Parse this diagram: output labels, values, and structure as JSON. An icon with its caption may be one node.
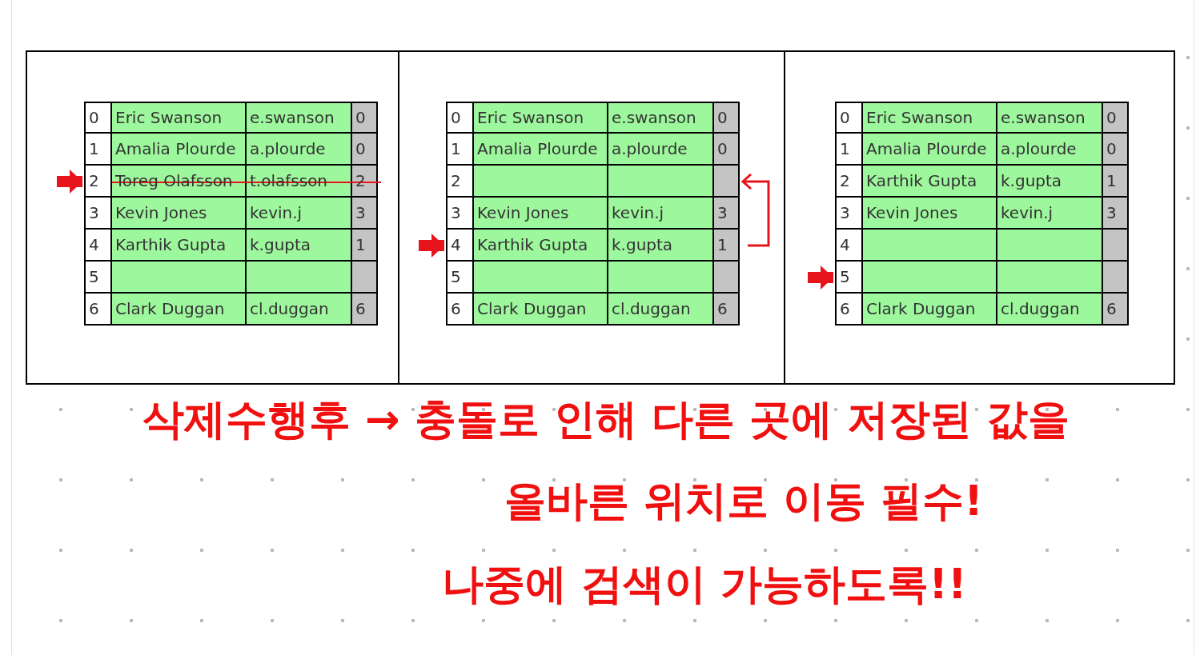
{
  "diagram": {
    "nodes": [
      {
        "text": [],
        "shape": "box"
      },
      {
        "text": [
          "0",
          "Eric Swanson",
          "e.swanson",
          "0"
        ],
        "in": 0
      },
      {
        "text": [
          "1",
          "Amalia Plourde",
          "a.plourde",
          "0"
        ],
        "in": 0
      },
      {
        "text": [
          "2",
          "Toreg Olafsson",
          "t.olafsson",
          "2"
        ],
        "in": 0
      },
      {
        "text": [
          "3",
          "Kevin Jones",
          "kevin.j",
          "3"
        ],
        "in": 0
      },
      {
        "text": [
          "4",
          "Karthik Gupta",
          "k.gupta",
          "1"
        ],
        "in": 0
      },
      {
        "text": [
          "5"
        ],
        "in": 0
      },
      {
        "text": [
          "6",
          "Clark Duggan",
          "cl.duggan",
          "6"
        ],
        "in": 0
      },
      {
        "text": [],
        "shape": "box"
      },
      {
        "text": [
          "0",
          "Eric Swanson",
          "e.swanson",
          "0"
        ],
        "in": 8
      },
      {
        "text": [
          "1",
          "Amalia Plourde",
          "a.plourde",
          "0"
        ],
        "in": 8
      },
      {
        "text": [
          "2"
        ],
        "in": 8
      },
      {
        "text": [
          "3",
          "Kevin Jones",
          "kevin.j",
          "3"
        ],
        "in": 8
      },
      {
        "text": [
          "4",
          "Karthik Gupta",
          "k.gupta",
          "1"
        ],
        "in": 8
      },
      {
        "text": [
          "5"
        ],
        "in": 8
      },
      {
        "text": [
          "6",
          "Clark Duggan",
          "cl.duggan",
          "6"
        ],
        "in": 8
      },
      {
        "text": [],
        "shape": "box"
      },
      {
        "text": [
          "0",
          "Eric Swanson",
          "e.swanson",
          "0"
        ],
        "in": 16
      },
      {
        "text": [
          "1",
          "Amalia Plourde",
          "a.plourde",
          "0"
        ],
        "in": 16
      },
      {
        "text": [
          "2",
          "Karthik Gupta",
          "k.gupta",
          "1"
        ],
        "in": 16
      },
      {
        "text": [
          "3",
          "Kevin Jones",
          "kevin.j",
          "3"
        ],
        "in": 16
      },
      {
        "text": [
          "4"
        ],
        "in": 16
      },
      {
        "text": [
          "5"
        ],
        "in": 16
      },
      {
        "text": [
          "6",
          "Clark Duggan",
          "cl.duggan",
          "6"
        ],
        "in": 16
      }
    ],
    "edges": [
      {
        "from": null,
        "to": 3,
        "arrow": "to"
      },
      {
        "from": null,
        "to": 13,
        "arrow": "to"
      },
      {
        "from": 13,
        "to": 11,
        "arrow": "to"
      },
      {
        "from": null,
        "to": 22,
        "arrow": "to"
      }
    ],
    "labels": [
      "삭제수행후 → 충돌로 인해 다른 곳에 저장된 값을",
      "올바른 위치로 이동 필수!",
      "나중에 검색이 가능하도록!!"
    ]
  }
}
